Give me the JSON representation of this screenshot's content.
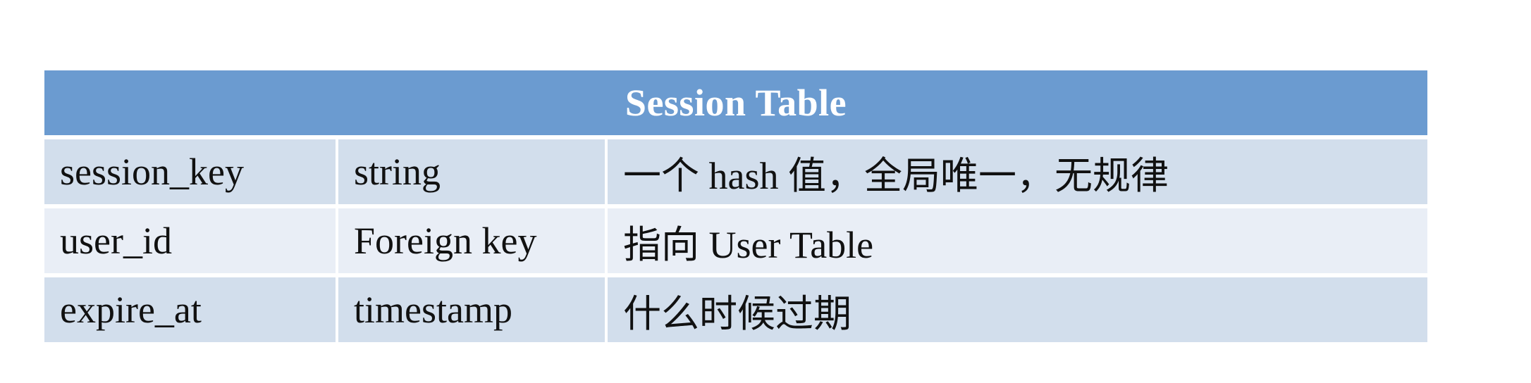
{
  "table": {
    "title": "Session Table",
    "rows": [
      {
        "field": "session_key",
        "type": "string",
        "description": "一个 hash 值，全局唯一，无规律"
      },
      {
        "field": "user_id",
        "type": "Foreign key",
        "description": "指向 User Table"
      },
      {
        "field": "expire_at",
        "type": "timestamp",
        "description": "什么时候过期"
      }
    ]
  },
  "colors": {
    "header_bg": "#6b9bd0",
    "row_dark": "#d2deec",
    "row_light": "#e9eef6",
    "header_text": "#ffffff",
    "cell_text": "#111111"
  }
}
